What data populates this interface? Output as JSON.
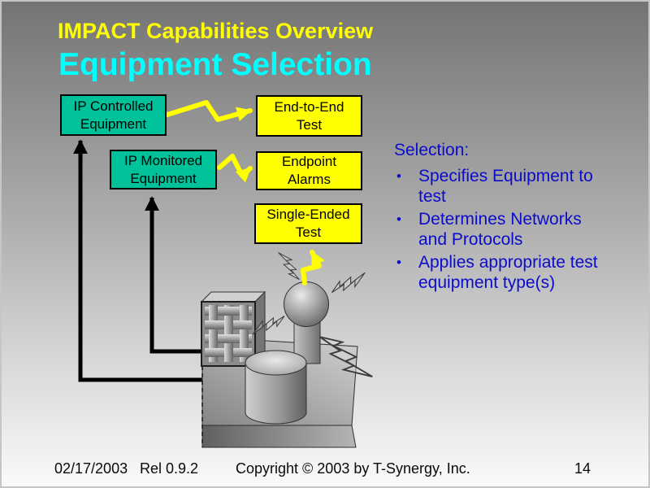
{
  "header": {
    "overline": "IMPACT Capabilities Overview",
    "title": "Equipment Selection"
  },
  "colors": {
    "overline_text": "#ffff00",
    "title_text": "#00ffff",
    "node_teal": "#00c29a",
    "node_yellow": "#ffff00",
    "selection_text": "#0b0bcc",
    "arrow_black": "#000000",
    "connector_yellow": "#ffff00",
    "background_top": "#747474",
    "background_bottom": "#fafafa"
  },
  "nodes": {
    "ip_controlled": {
      "label": "IP Controlled\nEquipment"
    },
    "ip_monitored": {
      "label": "IP Monitored\nEquipment"
    },
    "end_to_end": {
      "label": "End-to-End\nTest"
    },
    "endpoint_alarms": {
      "label": "Endpoint\nAlarms"
    },
    "single_ended": {
      "label": "Single-Ended\nTest"
    }
  },
  "selection_panel": {
    "heading": "Selection:",
    "bullet_char": "•",
    "bullets": [
      "Specifies Equipment to\ntest",
      "Determines Networks\nand Protocols",
      "Applies appropriate test\nequipment type(s)"
    ]
  },
  "graphic": {
    "parts": [
      "platform",
      "woven-panel",
      "cylinder",
      "pedestal",
      "sphere",
      "lightning-bolts"
    ]
  },
  "footer": {
    "date": "02/17/2003",
    "release": "Rel 0.9.2",
    "copyright": "Copyright © 2003 by T-Synergy, Inc.",
    "page": "14"
  }
}
